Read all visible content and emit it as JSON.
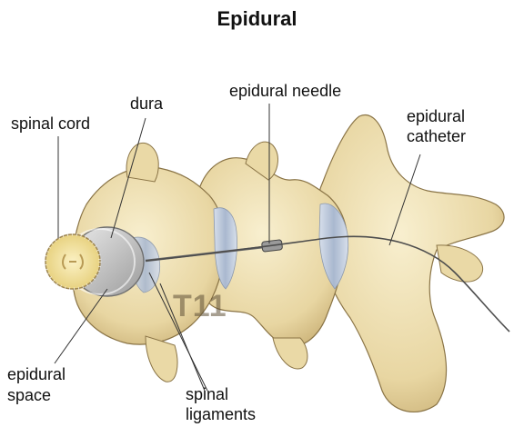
{
  "title": "Epidural",
  "labels": {
    "spinal_cord": "spinal cord",
    "dura": "dura",
    "epidural_needle": "epidural needle",
    "epidural_catheter_line1": "epidural",
    "epidural_catheter_line2": "catheter",
    "epidural_space_line1": "epidural",
    "epidural_space_line2": "space",
    "spinal_ligaments_line1": "spinal",
    "spinal_ligaments_line2": "ligaments",
    "vertebra_level": "T11"
  },
  "colors": {
    "bone": "#efe2b8",
    "bone_shadow": "#c9b27a",
    "bone_outline": "#8a7446",
    "ligament": "#b8c4d6",
    "cord": "#f4e6a0",
    "dura": "#c9c9c9",
    "needle": "#555555"
  }
}
